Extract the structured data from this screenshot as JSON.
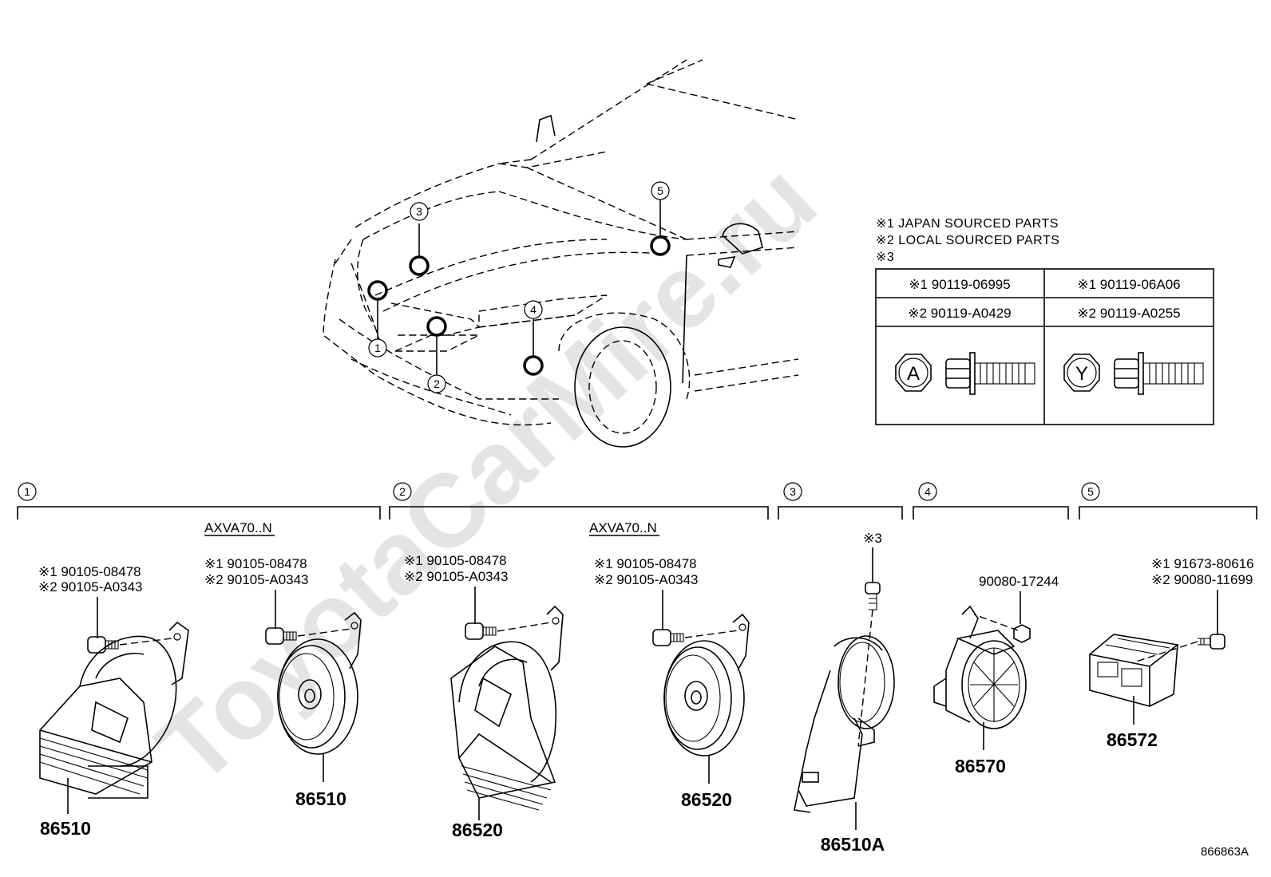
{
  "watermark": "ToyotaCarMire.ru",
  "legend": {
    "note1": "※1 JAPAN SOURCED PARTS",
    "note2": "※2 LOCAL SOURCED PARTS",
    "note3": "※3",
    "table": {
      "a1": "※1 90119-06995",
      "a2": "※2 90119-A0429",
      "y1": "※1 90119-06A06",
      "y2": "※2 90119-A0255",
      "a_symbol": "A",
      "y_symbol": "Y"
    }
  },
  "callouts": [
    "1",
    "2",
    "3",
    "4",
    "5"
  ],
  "sections": [
    {
      "num": "1",
      "model": "AXVA70..N"
    },
    {
      "num": "2",
      "model": "AXVA70..N"
    },
    {
      "num": "3"
    },
    {
      "num": "4"
    },
    {
      "num": "5"
    }
  ],
  "labels": {
    "s1a_bolt1": "※1 90105-08478",
    "s1a_bolt2": "※2 90105-A0343",
    "s1a_part": "86510",
    "s1b_bolt1": "※1 90105-08478",
    "s1b_bolt2": "※2 90105-A0343",
    "s1b_part": "86510",
    "s2a_bolt1": "※1 90105-08478",
    "s2a_bolt2": "※2 90105-A0343",
    "s2a_part": "86520",
    "s2b_bolt1": "※1 90105-08478",
    "s2b_bolt2": "※2 90105-A0343",
    "s2b_part": "86520",
    "s3_bolt": "※3",
    "s3_part": "86510A",
    "s4_nut": "90080-17244",
    "s4_part": "86570",
    "s5_bolt1": "※1 91673-80616",
    "s5_bolt2": "※2 90080-11699",
    "s5_part": "86572"
  },
  "diagram_id": "866863A"
}
